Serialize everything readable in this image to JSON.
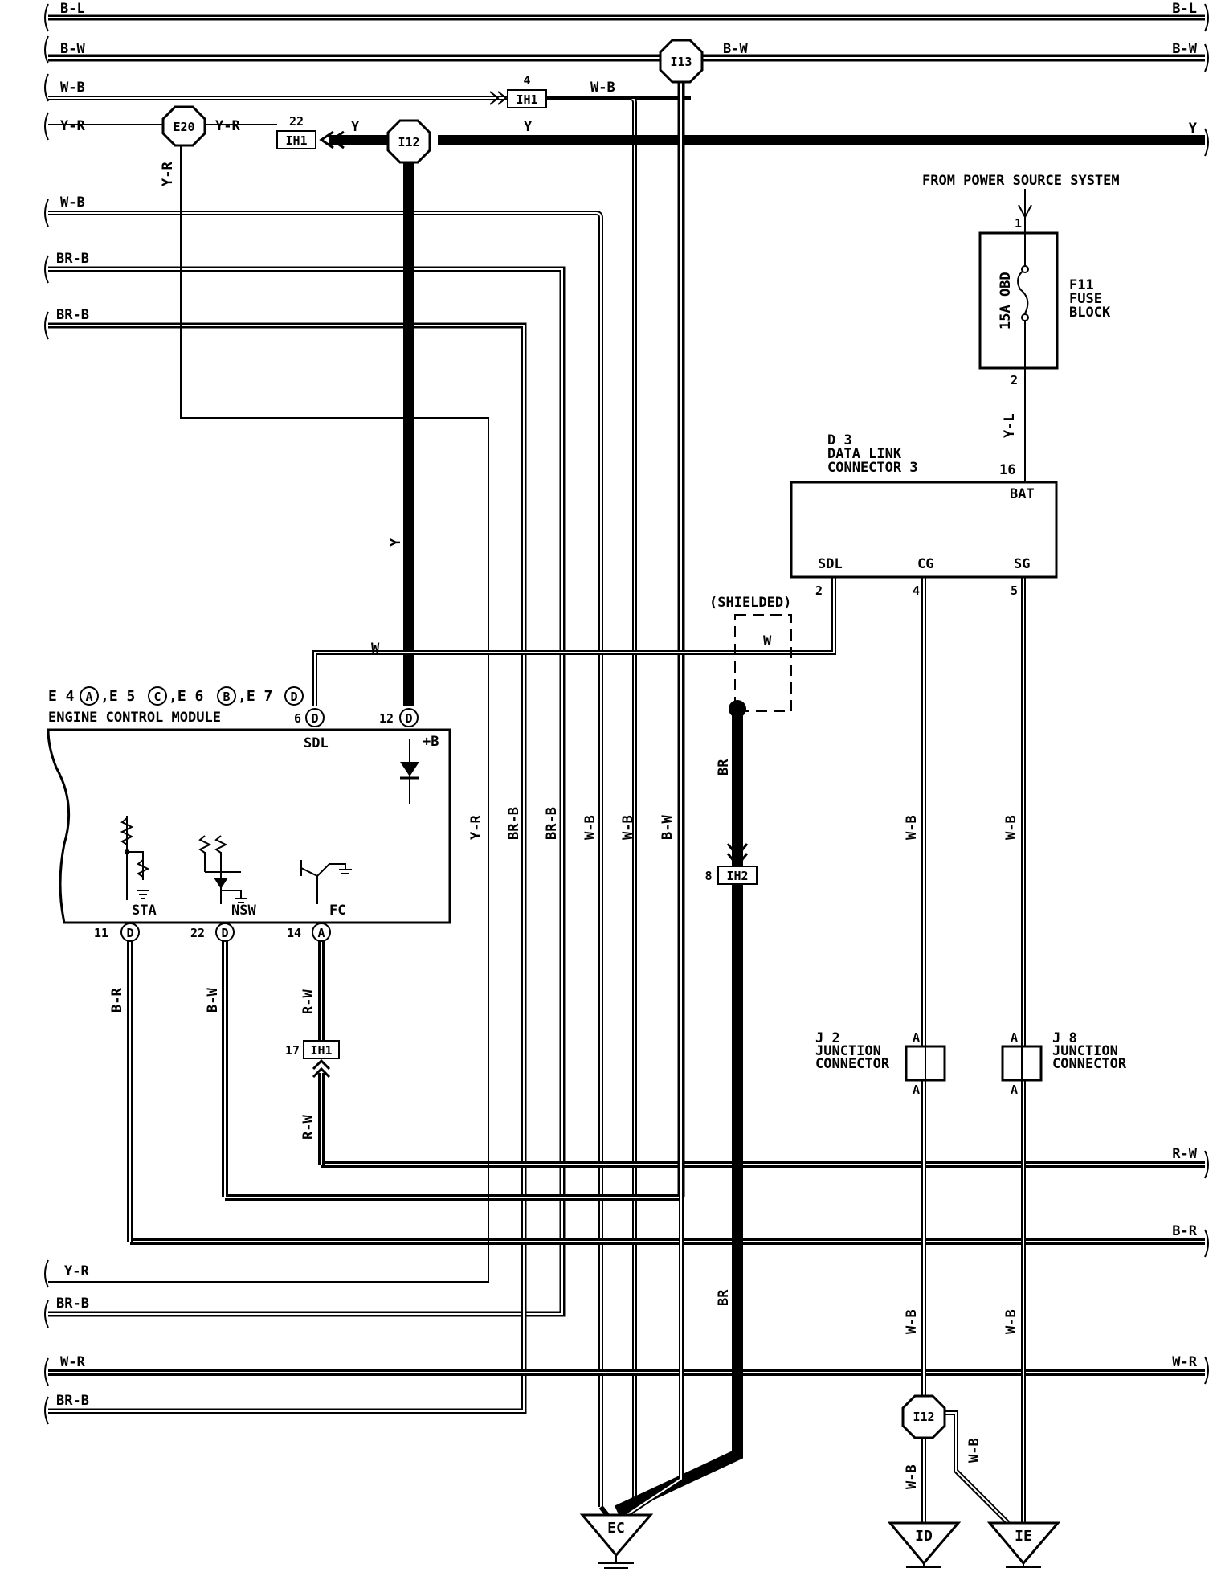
{
  "top_source": "FROM POWER SOURCE SYSTEM",
  "bus_lines": {
    "bl": "B-L",
    "bw": "B-W",
    "wb": "W-B",
    "yr": "Y-R",
    "y": "Y",
    "wb2": "W-B",
    "brb1": "BR-B",
    "brb2": "BR-B",
    "rw": "R-W",
    "br": "B-R",
    "yr2": "Y-R",
    "brb3": "BR-B",
    "wr": "W-R",
    "brb4": "BR-B"
  },
  "junctions": {
    "e20": "E20",
    "i12_top": "I12",
    "i13": "I13",
    "i12_bottom": "I12"
  },
  "connectors": {
    "ih1_4": {
      "id": "IH1",
      "pin": "4"
    },
    "ih1_22": {
      "id": "IH1",
      "pin": "22"
    },
    "ih1_17": {
      "id": "IH1",
      "pin": "17"
    },
    "ih2_8": {
      "id": "IH2",
      "pin": "8"
    }
  },
  "wire_labels": {
    "bw_mid": "B-W",
    "wb_mid": "W-B",
    "yr_mid": "Y-R",
    "y_left": "Y",
    "y_mid": "Y",
    "yr_vert": "Y-R",
    "y_vert": "Y",
    "w_sdl": "W",
    "w_shield": "W",
    "yl": "Y-L",
    "v_yr": "Y-R",
    "v_brb1": "BR-B",
    "v_brb2": "BR-B",
    "v_wb1": "W-B",
    "v_wb2": "W-B",
    "v_bw": "B-W",
    "br_upper": "BR",
    "br_lower": "BR",
    "cg_upper": "W-B",
    "sg_upper": "W-B",
    "cg_lower": "W-B",
    "sg_lower": "W-B",
    "ground_id": "W-B",
    "ground_ie": "W-B",
    "sta": "B-R",
    "nsw": "B-W",
    "fc_upper": "R-W",
    "fc_lower": "R-W"
  },
  "fuse": {
    "id": "F11",
    "name": "FUSE",
    "name2": "BLOCK",
    "rating": "15A OBD",
    "pin_in": "1",
    "pin_out": "2"
  },
  "dlc": {
    "id": "D 3",
    "name": "DATA LINK",
    "name2": "CONNECTOR 3",
    "bat_pin": "16",
    "bat": "BAT",
    "sdl": "SDL",
    "sdl_pin": "2",
    "cg": "CG",
    "cg_pin": "4",
    "sg": "SG",
    "sg_pin": "5"
  },
  "shielded": "(SHIELDED)",
  "ecm": {
    "ids": [
      "E 4",
      "A",
      ",E 5",
      "C",
      ",E 6",
      "B",
      ",E 7",
      "D"
    ],
    "name": "ENGINE CONTROL MODULE",
    "sdl_pin": "6",
    "sdl_conn": "D",
    "sdl": "SDL",
    "b_pin": "12",
    "b_conn": "D",
    "b": "+B",
    "sta": "STA",
    "sta_pin": "11",
    "sta_conn": "D",
    "nsw": "NSW",
    "nsw_pin": "22",
    "nsw_conn": "D",
    "fc": "FC",
    "fc_pin": "14",
    "fc_conn": "A"
  },
  "junction_connectors": {
    "j2": {
      "id": "J 2",
      "name": "JUNCTION",
      "name2": "CONNECTOR",
      "pin_top": "A",
      "pin_bottom": "A"
    },
    "j8": {
      "id": "J 8",
      "name": "JUNCTION",
      "name2": "CONNECTOR",
      "pin_top": "A",
      "pin_bottom": "A"
    }
  },
  "grounds": {
    "ec": "EC",
    "id": "ID",
    "ie": "IE"
  }
}
